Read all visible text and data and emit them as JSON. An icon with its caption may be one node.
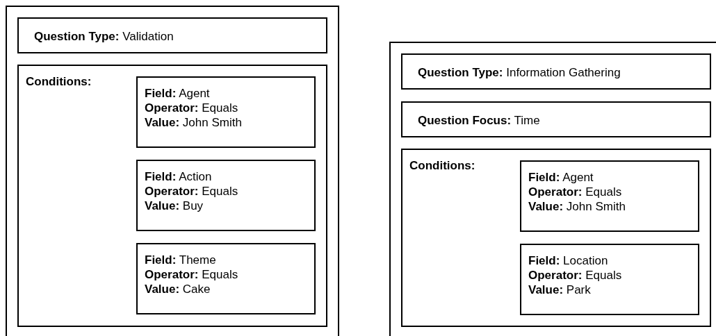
{
  "diagram": {
    "nodes": [
      {
        "text": [],
        "shape": "box"
      },
      {
        "text": [
          "**Question Type:** Validation"
        ],
        "in": 0
      },
      {
        "text": [
          "Conditions:"
        ],
        "in": 0
      },
      {
        "text": [
          "**Field:** Agent",
          "**Operator:** Equals",
          "**Value:** John Smith"
        ],
        "in": 2
      },
      {
        "text": [
          "**Field:** Action",
          "**Operator:** Equals",
          "**Value:** Buy"
        ],
        "in": 2
      },
      {
        "text": [
          "**Field:** Theme",
          "**Operator:** Equals",
          "**Value:** Cake"
        ],
        "in": 2
      },
      {
        "text": [],
        "shape": "box"
      },
      {
        "text": [
          "**Question Type:** Information Gathering"
        ],
        "in": 6
      },
      {
        "text": [
          "**Question Focus:** Time"
        ],
        "in": 6
      },
      {
        "text": [
          "Conditions:"
        ],
        "in": 6
      },
      {
        "text": [
          "**Field:** Agent",
          "**Operator:** Equals",
          "**Value:** John Smith"
        ],
        "in": 9
      },
      {
        "text": [
          "**Field:** Location",
          "**Operator:** Equals",
          "**Value:** Park"
        ],
        "in": 9
      }
    ]
  }
}
